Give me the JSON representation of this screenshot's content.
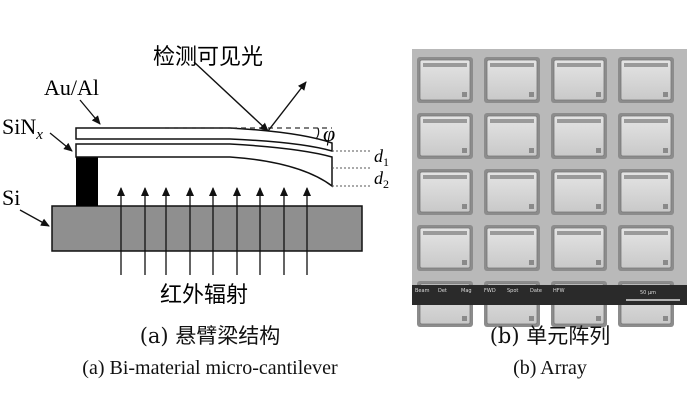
{
  "panel_a": {
    "label_top": "检测可见光",
    "label_metal": "Au/Al",
    "label_sinx_base": "SiN",
    "label_sinx_sub": "x",
    "label_si": "Si",
    "label_phi": "φ",
    "label_d1_base": "d",
    "label_d1_sub": "1",
    "label_d2_base": "d",
    "label_d2_sub": "2",
    "label_bottom": "红外辐射",
    "caption_cn": "(a) 悬臂梁结构",
    "caption_en": "(a) Bi-material micro-cantilever"
  },
  "panel_b": {
    "caption_cn": "(b) 单元阵列",
    "caption_en": "(b) Array",
    "sem_info_headers": [
      "Beam",
      "Det",
      "Mag",
      "FWD",
      "Spot",
      "Date",
      "HFW"
    ],
    "scale_text": "50 μm",
    "grid_rows": 5,
    "grid_cols": 4
  },
  "colors": {
    "substrate": "#8f8f8f",
    "post": "#000000",
    "sem_background": "#b9b9b9",
    "sem_cell": "#dadada"
  }
}
